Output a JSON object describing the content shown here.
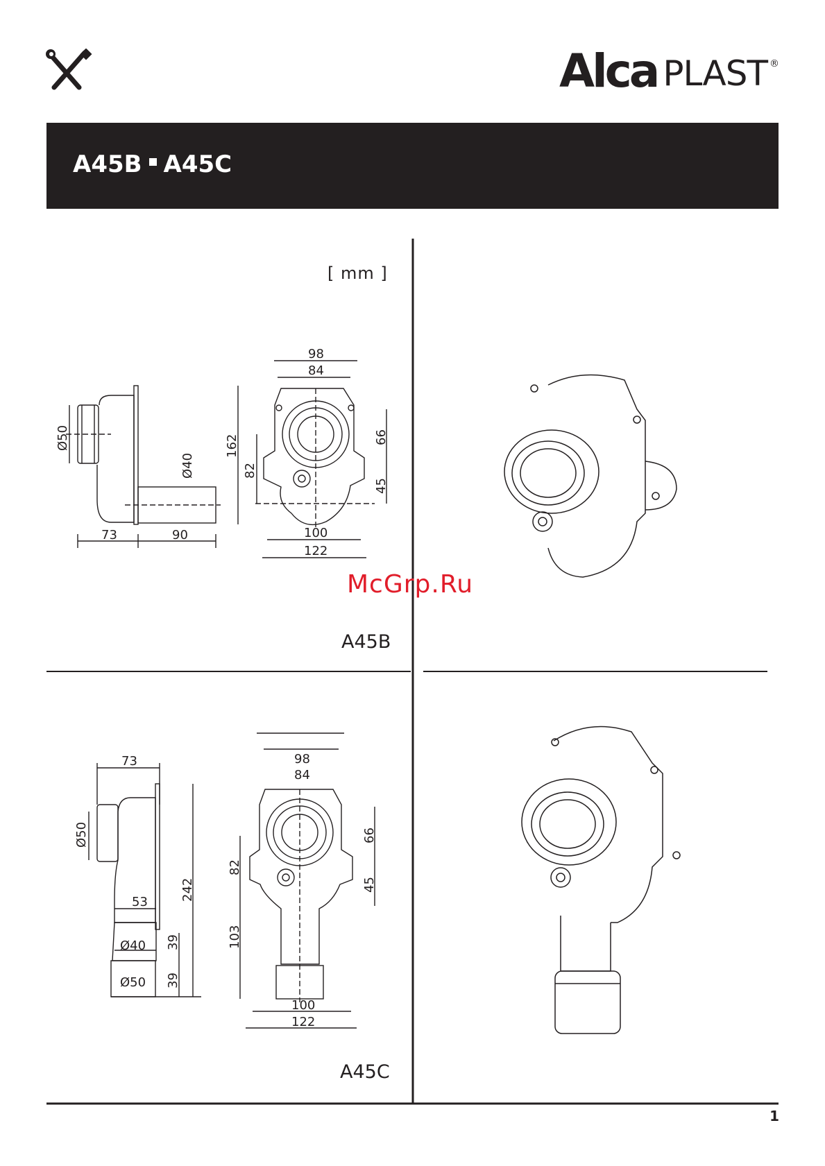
{
  "brand": {
    "name_bold": "Alca",
    "name_light": "PLAST",
    "reg_mark": "®"
  },
  "header": {
    "model_a": "A45B",
    "model_b": "A45C"
  },
  "unit_label": "[ mm ]",
  "a45b": {
    "label": "A45B",
    "side_view": {
      "d_inlet": "Ø50",
      "d_outlet": "Ø40",
      "depth": "73",
      "outlet_length": "90"
    },
    "front_view": {
      "w_outer": "98",
      "w_inner": "84",
      "height": "162",
      "h_lower": "82",
      "h_upper": "66",
      "h_mid": "45",
      "w_flange": "100",
      "w_total": "122"
    }
  },
  "a45c": {
    "label": "A45C",
    "side_view": {
      "depth": "73",
      "d_inlet": "Ø50",
      "offset": "53",
      "d_outlet_a": "Ø40",
      "d_outlet_b": "Ø50",
      "height": "242",
      "seg_a": "39",
      "seg_b": "39"
    },
    "front_view": {
      "w_outer": "98",
      "w_inner": "84",
      "h_upper": "66",
      "h_mid": "45",
      "h_lower": "82",
      "h_pipe": "103",
      "w_flange": "100",
      "w_total": "122"
    }
  },
  "watermark": "McGrp.Ru",
  "page_number": "1",
  "icons": {
    "tools": "wrench-screwdriver-icon"
  }
}
